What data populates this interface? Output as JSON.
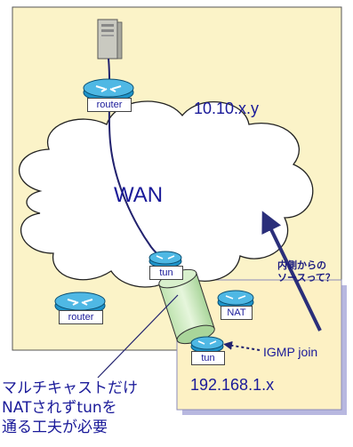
{
  "colors": {
    "outer_fill": "#fbf3c8",
    "lan_fill": "#fdf1c4",
    "lan_shadow": "#b8b8e0",
    "line_dark": "#22226e",
    "arrow": "#2b2f7a",
    "cloud_fill": "#ffffff",
    "router_blue": "#1d93c9"
  },
  "labels": {
    "outer_network": "10.10.x.y",
    "wan": "WAN",
    "lan_network": "192.168.1.x",
    "router_top": "router",
    "router_left": "router",
    "router_tun_wan": "tun",
    "router_nat": "NAT",
    "router_tun_lan": "tun",
    "igmp": "IGMP join",
    "note_source": "内側からの\nソースって？",
    "caption": "マルチキャストだけ\nNATされずtunを\n通る工夫が必要"
  },
  "icons": {
    "server": "server-icon",
    "router": "router-icon",
    "tunnel": "tunnel-cylinder-icon",
    "cloud": "cloud-icon"
  }
}
